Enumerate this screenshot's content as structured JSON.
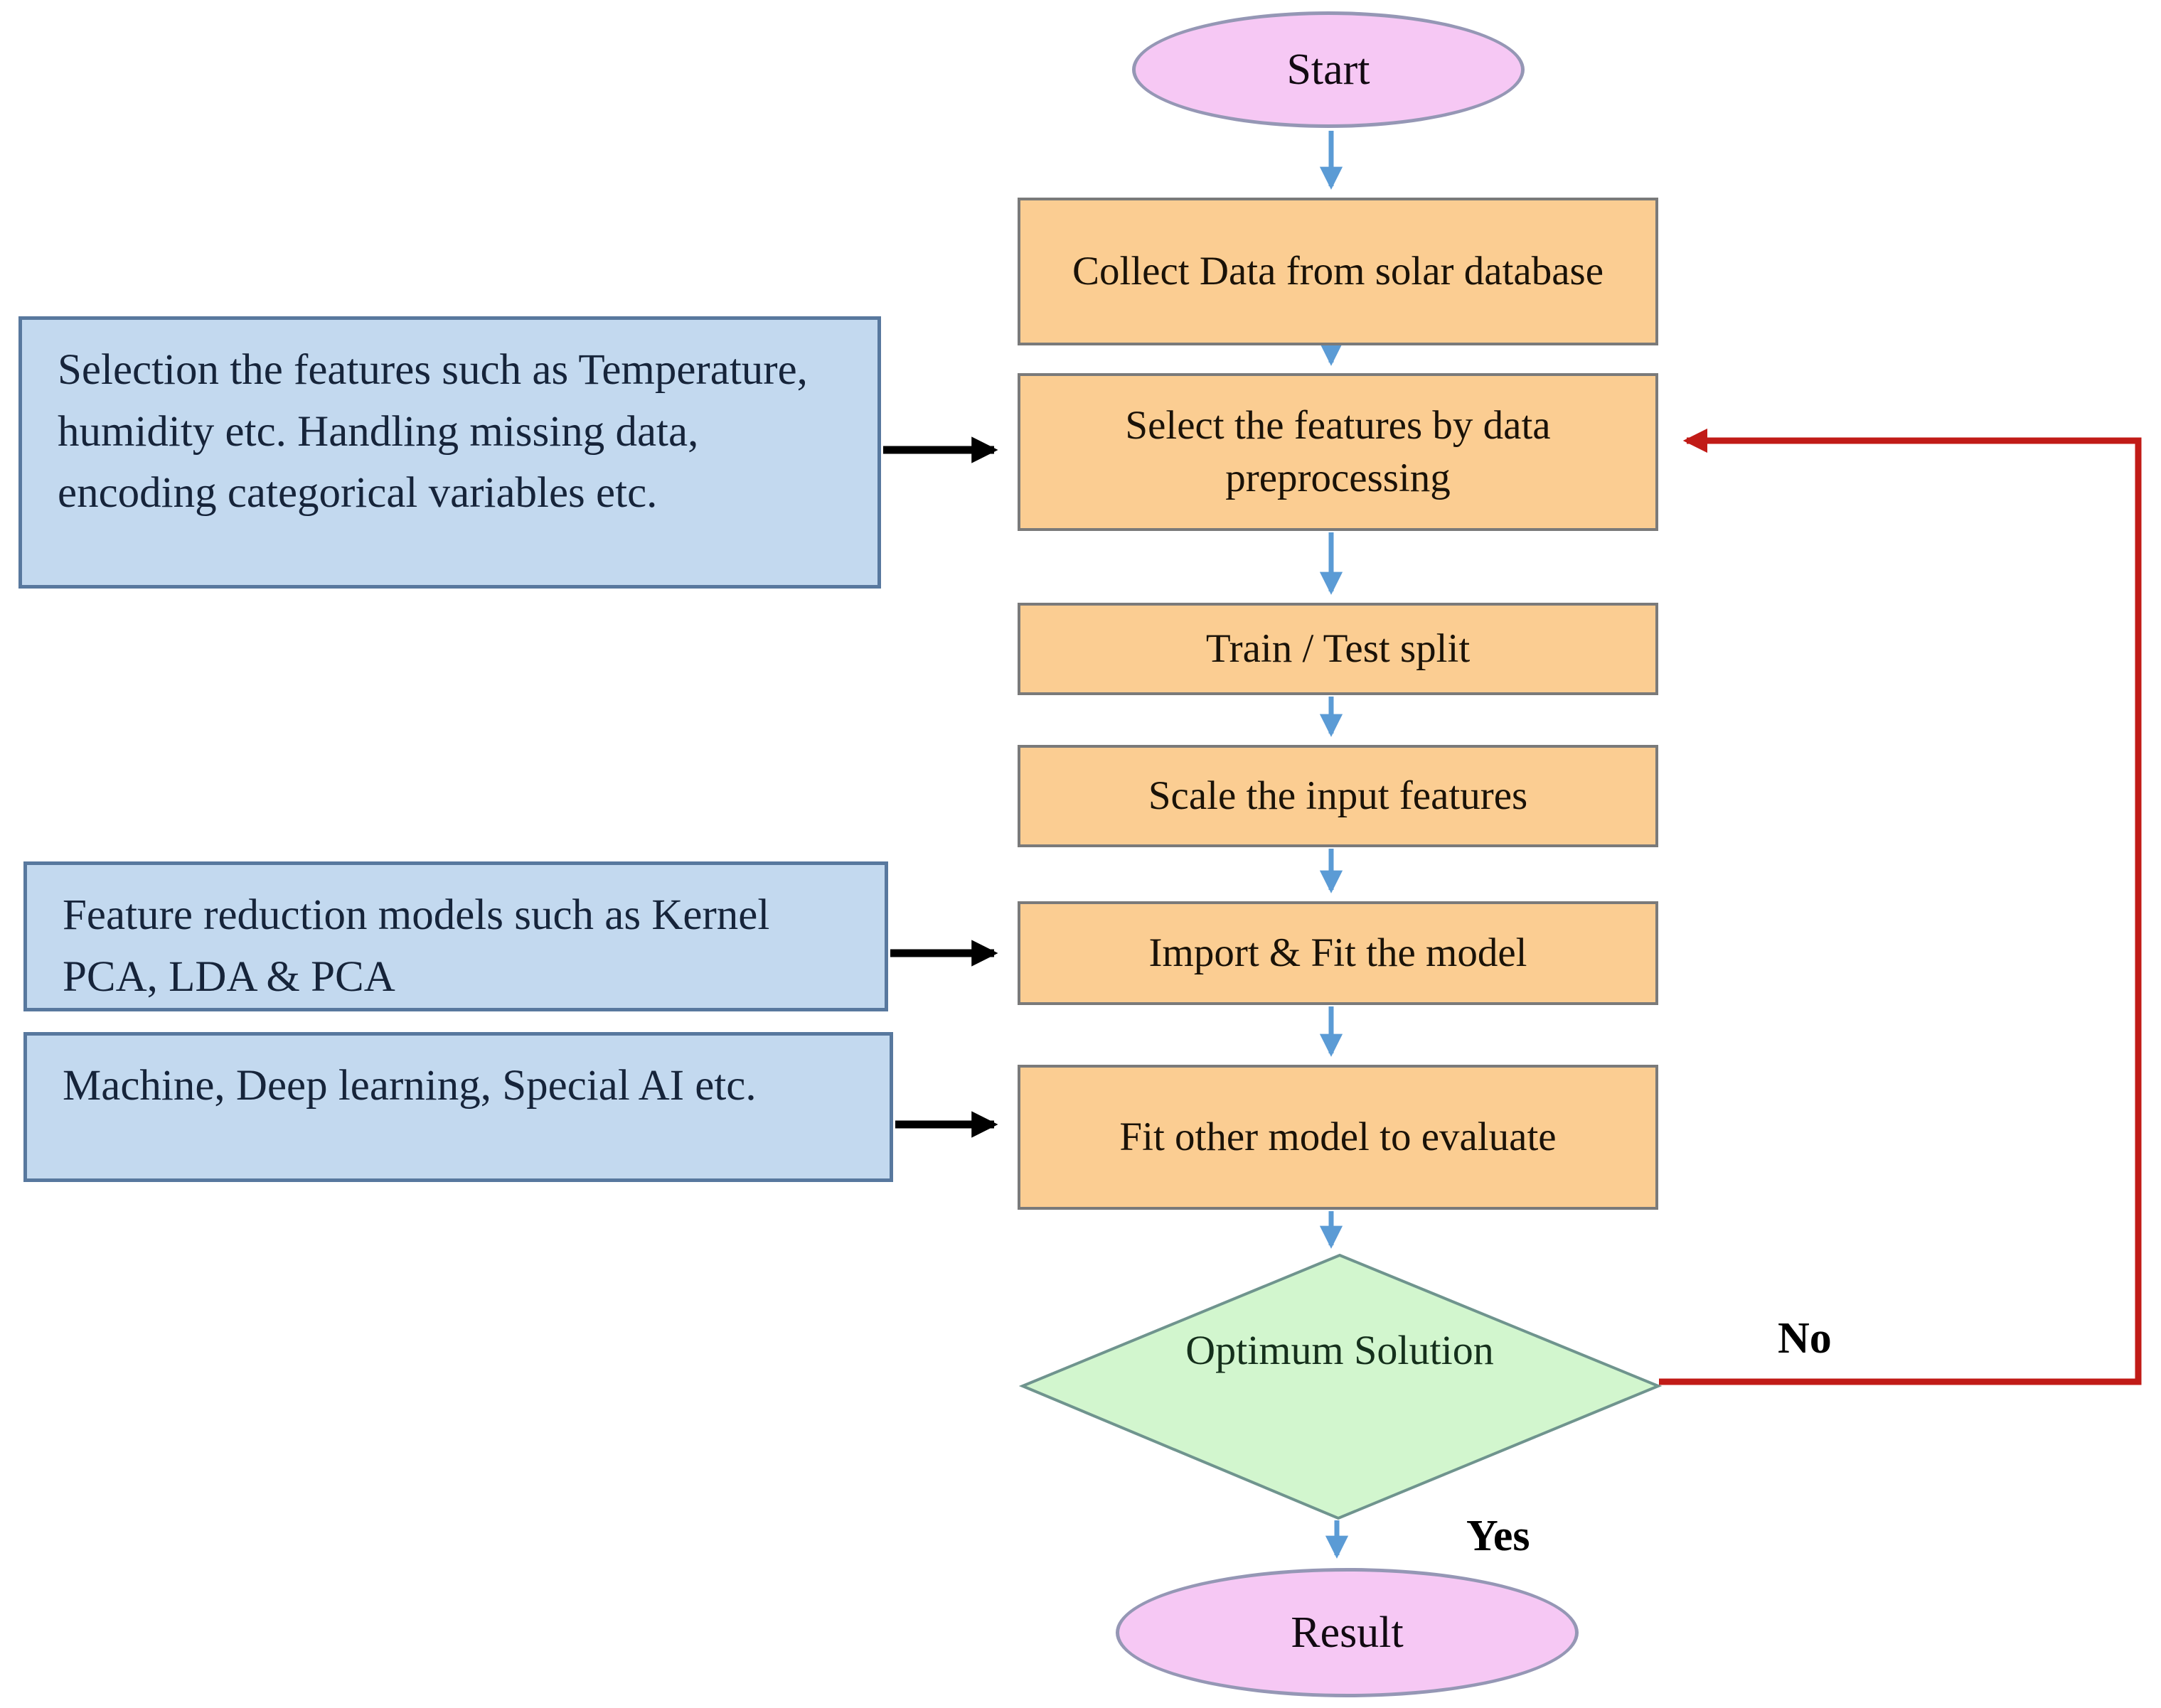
{
  "nodes": {
    "start": {
      "label": "Start",
      "type": "terminator"
    },
    "collect": {
      "label": "Collect Data from solar database",
      "type": "process"
    },
    "select": {
      "label": "Select the features by data preprocessing",
      "type": "process"
    },
    "train": {
      "label": "Train / Test split",
      "type": "process"
    },
    "scale": {
      "label": "Scale the input features",
      "type": "process"
    },
    "import": {
      "label": "Import & Fit the model",
      "type": "process"
    },
    "fit_other": {
      "label": "Fit other model to evaluate",
      "type": "process"
    },
    "decision": {
      "label": "Optimum Solution",
      "type": "decision"
    },
    "result": {
      "label": "Result",
      "type": "terminator"
    }
  },
  "annotations": {
    "note1": {
      "label": "Selection the features such as Temperature, humidity etc. Handling missing data, encoding categorical variables etc."
    },
    "note2": {
      "label": "Feature reduction models such as Kernel PCA, LDA & PCA"
    },
    "note3": {
      "label": "Machine, Deep learning, Special AI etc."
    }
  },
  "edge_labels": {
    "no": "No",
    "yes": "Yes"
  },
  "colors": {
    "process_fill": "#FBCD92",
    "process_border": "#7A7A7A",
    "note_fill": "#C3D9EF",
    "note_border": "#58789E",
    "terminal_fill": "#F6C8F4",
    "terminal_border": "#9597B5",
    "decision_fill": "#D2F6CE",
    "decision_border": "#6F948E",
    "flow_arrow": "#5B9BD5",
    "loop_arrow": "#C11B17",
    "note_arrow": "#000000"
  }
}
